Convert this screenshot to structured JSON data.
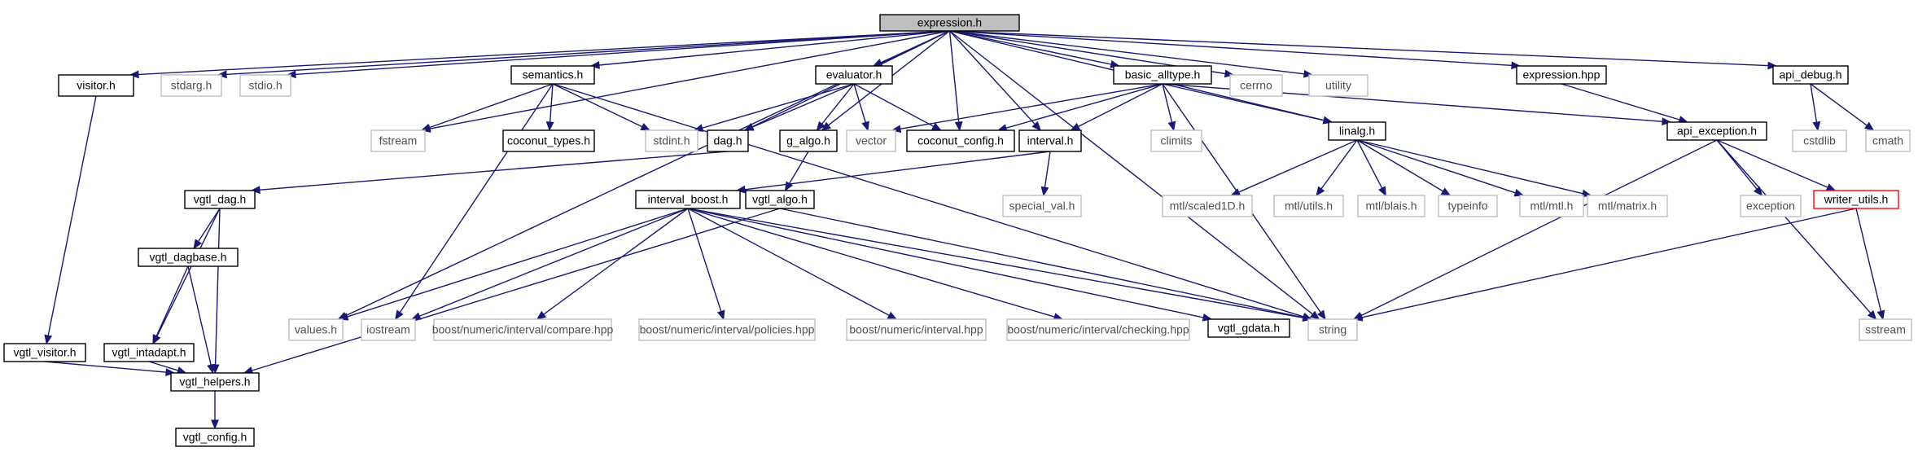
{
  "diagram": {
    "nodes": [
      {
        "id": "expression_h",
        "label": "expression.h",
        "kind": "focus"
      },
      {
        "id": "visitor_h",
        "label": "visitor.h",
        "kind": "local"
      },
      {
        "id": "stdarg_h",
        "label": "stdarg.h",
        "kind": "system"
      },
      {
        "id": "stdio_h",
        "label": "stdio.h",
        "kind": "system"
      },
      {
        "id": "semantics_h",
        "label": "semantics.h",
        "kind": "local"
      },
      {
        "id": "evaluator_h",
        "label": "evaluator.h",
        "kind": "local"
      },
      {
        "id": "basic_alltype_h",
        "label": "basic_alltype.h",
        "kind": "local"
      },
      {
        "id": "cerrno",
        "label": "cerrno",
        "kind": "system"
      },
      {
        "id": "utility",
        "label": "utility",
        "kind": "system"
      },
      {
        "id": "expression_hpp",
        "label": "expression.hpp",
        "kind": "local"
      },
      {
        "id": "api_debug_h",
        "label": "api_debug.h",
        "kind": "local"
      },
      {
        "id": "fstream",
        "label": "fstream",
        "kind": "system"
      },
      {
        "id": "coconut_types_h",
        "label": "coconut_types.h",
        "kind": "local"
      },
      {
        "id": "stdint_h",
        "label": "stdint.h",
        "kind": "system"
      },
      {
        "id": "dag_h",
        "label": "dag.h",
        "kind": "local"
      },
      {
        "id": "g_algo_h",
        "label": "g_algo.h",
        "kind": "local"
      },
      {
        "id": "vector",
        "label": "vector",
        "kind": "system"
      },
      {
        "id": "coconut_config_h",
        "label": "coconut_config.h",
        "kind": "local"
      },
      {
        "id": "interval_h",
        "label": "interval.h",
        "kind": "local"
      },
      {
        "id": "climits",
        "label": "climits",
        "kind": "system"
      },
      {
        "id": "linalg_h",
        "label": "linalg.h",
        "kind": "local"
      },
      {
        "id": "api_exception_h",
        "label": "api_exception.h",
        "kind": "local"
      },
      {
        "id": "cstdlib",
        "label": "cstdlib",
        "kind": "system"
      },
      {
        "id": "cmath",
        "label": "cmath",
        "kind": "system"
      },
      {
        "id": "vgtl_dag_h",
        "label": "vgtl_dag.h",
        "kind": "local"
      },
      {
        "id": "interval_boost_h",
        "label": "interval_boost.h",
        "kind": "local"
      },
      {
        "id": "vgtl_algo_h",
        "label": "vgtl_algo.h",
        "kind": "local"
      },
      {
        "id": "special_val_h",
        "label": "special_val.h",
        "kind": "system"
      },
      {
        "id": "mtl_scaled1d_h",
        "label": "mtl/scaled1D.h",
        "kind": "system"
      },
      {
        "id": "mtl_utils_h",
        "label": "mtl/utils.h",
        "kind": "system"
      },
      {
        "id": "mtl_blais_h",
        "label": "mtl/blais.h",
        "kind": "system"
      },
      {
        "id": "typeinfo",
        "label": "typeinfo",
        "kind": "system"
      },
      {
        "id": "mtl_mtl_h",
        "label": "mtl/mtl.h",
        "kind": "system"
      },
      {
        "id": "mtl_matrix_h",
        "label": "mtl/matrix.h",
        "kind": "system"
      },
      {
        "id": "exception",
        "label": "exception",
        "kind": "system"
      },
      {
        "id": "writer_utils_h",
        "label": "writer_utils.h",
        "kind": "missing"
      },
      {
        "id": "vgtl_dagbase_h",
        "label": "vgtl_dagbase.h",
        "kind": "local"
      },
      {
        "id": "values_h",
        "label": "values.h",
        "kind": "system"
      },
      {
        "id": "iostream",
        "label": "iostream",
        "kind": "system"
      },
      {
        "id": "boost_compare",
        "label": "boost/numeric/interval/compare.hpp",
        "kind": "system"
      },
      {
        "id": "boost_policies",
        "label": "boost/numeric/interval/policies.hpp",
        "kind": "system"
      },
      {
        "id": "boost_interval",
        "label": "boost/numeric/interval.hpp",
        "kind": "system"
      },
      {
        "id": "boost_checking",
        "label": "boost/numeric/interval/checking.hpp",
        "kind": "system"
      },
      {
        "id": "vgtl_gdata_h",
        "label": "vgtl_gdata.h",
        "kind": "local"
      },
      {
        "id": "string",
        "label": "string",
        "kind": "system"
      },
      {
        "id": "sstream",
        "label": "sstream",
        "kind": "system"
      },
      {
        "id": "vgtl_visitor_h",
        "label": "vgtl_visitor.h",
        "kind": "local"
      },
      {
        "id": "vgtl_intadapt_h",
        "label": "vgtl_intadapt.h",
        "kind": "local"
      },
      {
        "id": "vgtl_helpers_h",
        "label": "vgtl_helpers.h",
        "kind": "local"
      },
      {
        "id": "vgtl_config_h",
        "label": "vgtl_config.h",
        "kind": "local"
      }
    ],
    "edges": [
      [
        "expression_h",
        "visitor_h"
      ],
      [
        "expression_h",
        "stdarg_h"
      ],
      [
        "expression_h",
        "stdio_h"
      ],
      [
        "expression_h",
        "semantics_h"
      ],
      [
        "expression_h",
        "evaluator_h"
      ],
      [
        "expression_h",
        "basic_alltype_h"
      ],
      [
        "expression_h",
        "cerrno"
      ],
      [
        "expression_h",
        "utility"
      ],
      [
        "expression_h",
        "expression_hpp"
      ],
      [
        "expression_h",
        "api_debug_h"
      ],
      [
        "expression_h",
        "fstream"
      ],
      [
        "expression_h",
        "values_h"
      ],
      [
        "expression_h",
        "dag_h"
      ],
      [
        "expression_h",
        "g_algo_h"
      ],
      [
        "expression_h",
        "coconut_config_h"
      ],
      [
        "expression_h",
        "interval_h"
      ],
      [
        "expression_h",
        "linalg_h"
      ],
      [
        "expression_h",
        "string"
      ],
      [
        "visitor_h",
        "vgtl_visitor_h"
      ],
      [
        "semantics_h",
        "fstream"
      ],
      [
        "semantics_h",
        "coconut_types_h"
      ],
      [
        "semantics_h",
        "stdint_h"
      ],
      [
        "semantics_h",
        "iostream"
      ],
      [
        "semantics_h",
        "string"
      ],
      [
        "evaluator_h",
        "stdint_h"
      ],
      [
        "evaluator_h",
        "dag_h"
      ],
      [
        "evaluator_h",
        "g_algo_h"
      ],
      [
        "evaluator_h",
        "vector"
      ],
      [
        "evaluator_h",
        "coconut_config_h"
      ],
      [
        "basic_alltype_h",
        "vector"
      ],
      [
        "basic_alltype_h",
        "coconut_config_h"
      ],
      [
        "basic_alltype_h",
        "interval_h"
      ],
      [
        "basic_alltype_h",
        "climits"
      ],
      [
        "basic_alltype_h",
        "linalg_h"
      ],
      [
        "basic_alltype_h",
        "api_exception_h"
      ],
      [
        "basic_alltype_h",
        "string"
      ],
      [
        "expression_hpp",
        "api_exception_h"
      ],
      [
        "api_debug_h",
        "cstdlib"
      ],
      [
        "api_debug_h",
        "cmath"
      ],
      [
        "dag_h",
        "vgtl_dag_h"
      ],
      [
        "g_algo_h",
        "vgtl_algo_h"
      ],
      [
        "interval_h",
        "interval_boost_h"
      ],
      [
        "interval_h",
        "special_val_h"
      ],
      [
        "linalg_h",
        "mtl_scaled1d_h"
      ],
      [
        "linalg_h",
        "mtl_utils_h"
      ],
      [
        "linalg_h",
        "mtl_blais_h"
      ],
      [
        "linalg_h",
        "typeinfo"
      ],
      [
        "linalg_h",
        "mtl_mtl_h"
      ],
      [
        "linalg_h",
        "mtl_matrix_h"
      ],
      [
        "api_exception_h",
        "exception"
      ],
      [
        "api_exception_h",
        "writer_utils_h"
      ],
      [
        "api_exception_h",
        "string"
      ],
      [
        "api_exception_h",
        "sstream"
      ],
      [
        "writer_utils_h",
        "string"
      ],
      [
        "writer_utils_h",
        "sstream"
      ],
      [
        "vgtl_dag_h",
        "vgtl_dagbase_h"
      ],
      [
        "vgtl_dag_h",
        "vgtl_intadapt_h"
      ],
      [
        "vgtl_dag_h",
        "vgtl_helpers_h"
      ],
      [
        "interval_boost_h",
        "values_h"
      ],
      [
        "interval_boost_h",
        "iostream"
      ],
      [
        "interval_boost_h",
        "boost_compare"
      ],
      [
        "interval_boost_h",
        "boost_policies"
      ],
      [
        "interval_boost_h",
        "boost_interval"
      ],
      [
        "interval_boost_h",
        "boost_checking"
      ],
      [
        "interval_boost_h",
        "vgtl_gdata_h"
      ],
      [
        "interval_boost_h",
        "string"
      ],
      [
        "vgtl_algo_h",
        "string"
      ],
      [
        "vgtl_algo_h",
        "vgtl_helpers_h"
      ],
      [
        "vgtl_dagbase_h",
        "vgtl_intadapt_h"
      ],
      [
        "vgtl_dagbase_h",
        "vgtl_helpers_h"
      ],
      [
        "vgtl_visitor_h",
        "vgtl_helpers_h"
      ],
      [
        "vgtl_intadapt_h",
        "vgtl_helpers_h"
      ],
      [
        "vgtl_helpers_h",
        "vgtl_config_h"
      ]
    ]
  }
}
